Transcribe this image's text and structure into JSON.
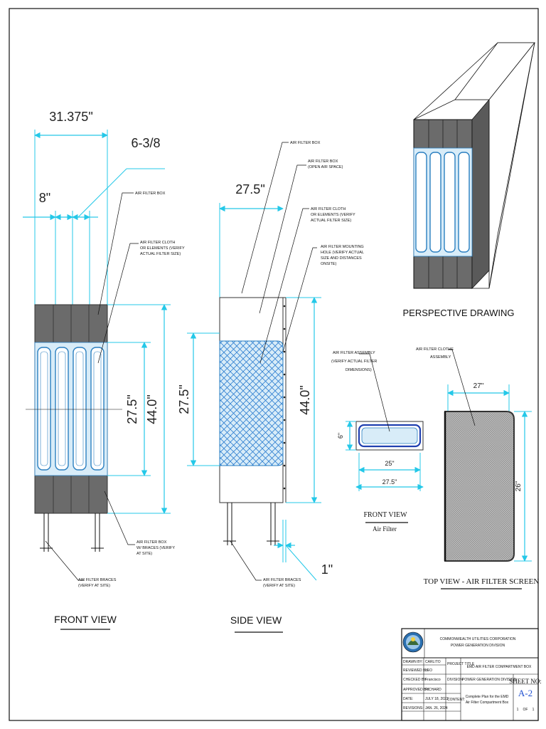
{
  "colors": {
    "dimension": "#24c8e8",
    "body": "#6b6b6b",
    "filter_fill": "#d8ecf8",
    "filter_stroke": "#2a7fc0",
    "mesh": "#2f7fd0",
    "sheet_blue": "#1f4fd0"
  },
  "front_view": {
    "dim_width": "31.375\"",
    "dim_spacing": "6-3/8",
    "dim_edge": "8\"",
    "dim_filter_height": "27.5\"",
    "dim_height": "44.0\"",
    "label_box": "AIR FILTER  BOX",
    "label_cloth_1": "AIR FILTER  CLOTH",
    "label_cloth_2": "OR ELEMENTS (VERIFY",
    "label_cloth_3": "ACTUAL FILTER SIZE)",
    "label_braces_box_1": "AIR FILTER  BOX",
    "label_braces_box_2": "W/ BRACES (VERIFY",
    "label_braces_box_3": "AT SITE)",
    "label_braces_1": "AIR FILTER  BRACES",
    "label_braces_2": "(VERIFY AT SITE)",
    "caption": "FRONT VIEW"
  },
  "side_view": {
    "dim_depth": "27.5\"",
    "dim_filter_height": "27.5\"",
    "dim_height": "44.0\"",
    "dim_leg": "1\"",
    "label_box": "AIR FILTER  BOX",
    "label_open_1": "AIR FILTER  BOX",
    "label_open_2": "(OPEN AIR SPACE)",
    "label_cloth_1": "AIR FILTER  CLOTH",
    "label_cloth_2": "OR ELEMENTS (VERIFY",
    "label_cloth_3": "ACTUAL FILTER SIZE)",
    "label_hole_1": "AIR FILTER  MOUNTING",
    "label_hole_2": "HOLE (VERIFY ACTUAL",
    "label_hole_3": "SIZE AND DISTANCES",
    "label_hole_4": "ONSITE)",
    "label_braces_1": "AIR FILTER  BRACES",
    "label_braces_2": "(VERIFY AT SITE)",
    "caption": "SIDE VIEW"
  },
  "perspective": {
    "caption": "PERSPECTIVE DRAWING"
  },
  "filter_front": {
    "label_1": "AIR FILTER ASSEMBLY",
    "label_2": "(VERIFY ACTUAL FILTER",
    "label_3": "DIMENSIONS)",
    "dim_height": "6\"",
    "dim_inner": "25\"",
    "dim_outer": "27.5\"",
    "caption": "FRONT VIEW",
    "subcaption": "Air Filter"
  },
  "top_view": {
    "label_1": "AIR FILTER CLOTHE",
    "label_2": "ASSEMBLY",
    "dim_width": "27\"",
    "dim_height": "26\"",
    "caption": "TOP VIEW - AIR FILTER SCREEN"
  },
  "title_block": {
    "company": "COMMONWEALTH UTILITIES CORPORATION",
    "division_line": "POWER GENERATION DIVISION",
    "drawn_by_label": "DRAWN BY:",
    "drawn_by": "CARLITO",
    "reviewed_by_label": "REVIEWED BY:",
    "reviewed_by": "LEO",
    "checked_by_label": "CHECKED BY:",
    "checked_by": "Francisco",
    "approved_by_label": "APPROVED BY:",
    "approved_by": "RICHARD",
    "date_label": "DATE:",
    "date": "JULY 18, 2023",
    "revisions_label": "REVISIONS:",
    "revisions": "JAN. 26, 2024",
    "project_title_label": "PROJECT TITLE",
    "project_title": "EMD AIR FILTER COMPARTMENT BOX",
    "division_label": "DIVISION",
    "division": "POWER GENERATION DIVISION",
    "content_label": "CONTENT:",
    "content_1": "Complete Plan for the EMD",
    "content_2": "Air Filter Compartment Box",
    "sheet_label": "SHEET NO:",
    "sheet_no": "A-2",
    "sheet_index": "1",
    "sheet_of": "OF",
    "sheet_total": "1"
  }
}
